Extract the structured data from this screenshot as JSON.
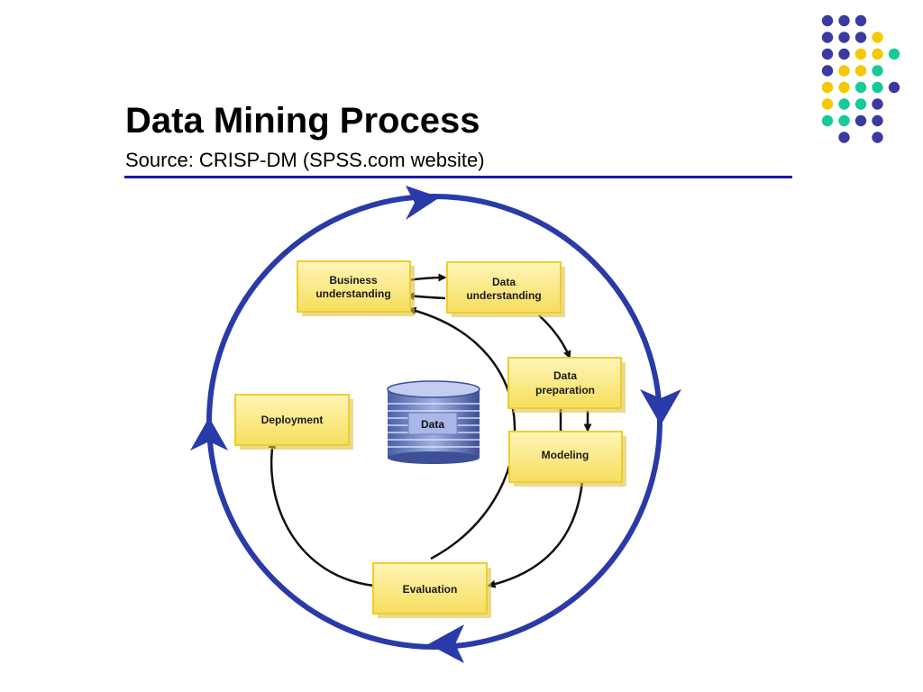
{
  "slide": {
    "title": "Data Mining Process",
    "subtitle": "Source: CRISP-DM (SPSS.com website)"
  },
  "diagram": {
    "phases": {
      "business_understanding": [
        "Business",
        "understanding"
      ],
      "data_understanding": [
        "Data",
        "understanding"
      ],
      "data_preparation": [
        "Data",
        "preparation"
      ],
      "modeling": [
        "Modeling"
      ],
      "evaluation": [
        "Evaluation"
      ],
      "deployment": [
        "Deployment"
      ]
    },
    "data_store": "Data"
  },
  "colors": {
    "accent_blue": "#2a3aa8",
    "box_fill": "#fbe98a",
    "box_edge": "#f2cf24",
    "dot_navy": "#3b3aa0",
    "dot_yellow": "#f5c800",
    "dot_teal": "#18c99a",
    "rule_blue": "#1a1aa6"
  },
  "decorations": {
    "corner_dots": [
      [
        "navy",
        "navy",
        "navy",
        "none",
        "none"
      ],
      [
        "navy",
        "navy",
        "navy",
        "yellow",
        "none"
      ],
      [
        "navy",
        "navy",
        "yellow",
        "yellow",
        "teal"
      ],
      [
        "navy",
        "yellow",
        "yellow",
        "teal",
        "none"
      ],
      [
        "yellow",
        "yellow",
        "teal",
        "teal",
        "navy"
      ],
      [
        "yellow",
        "teal",
        "teal",
        "navy",
        "none"
      ],
      [
        "teal",
        "teal",
        "navy",
        "navy",
        "none"
      ],
      [
        "none",
        "navy",
        "none",
        "navy",
        "none"
      ]
    ]
  }
}
